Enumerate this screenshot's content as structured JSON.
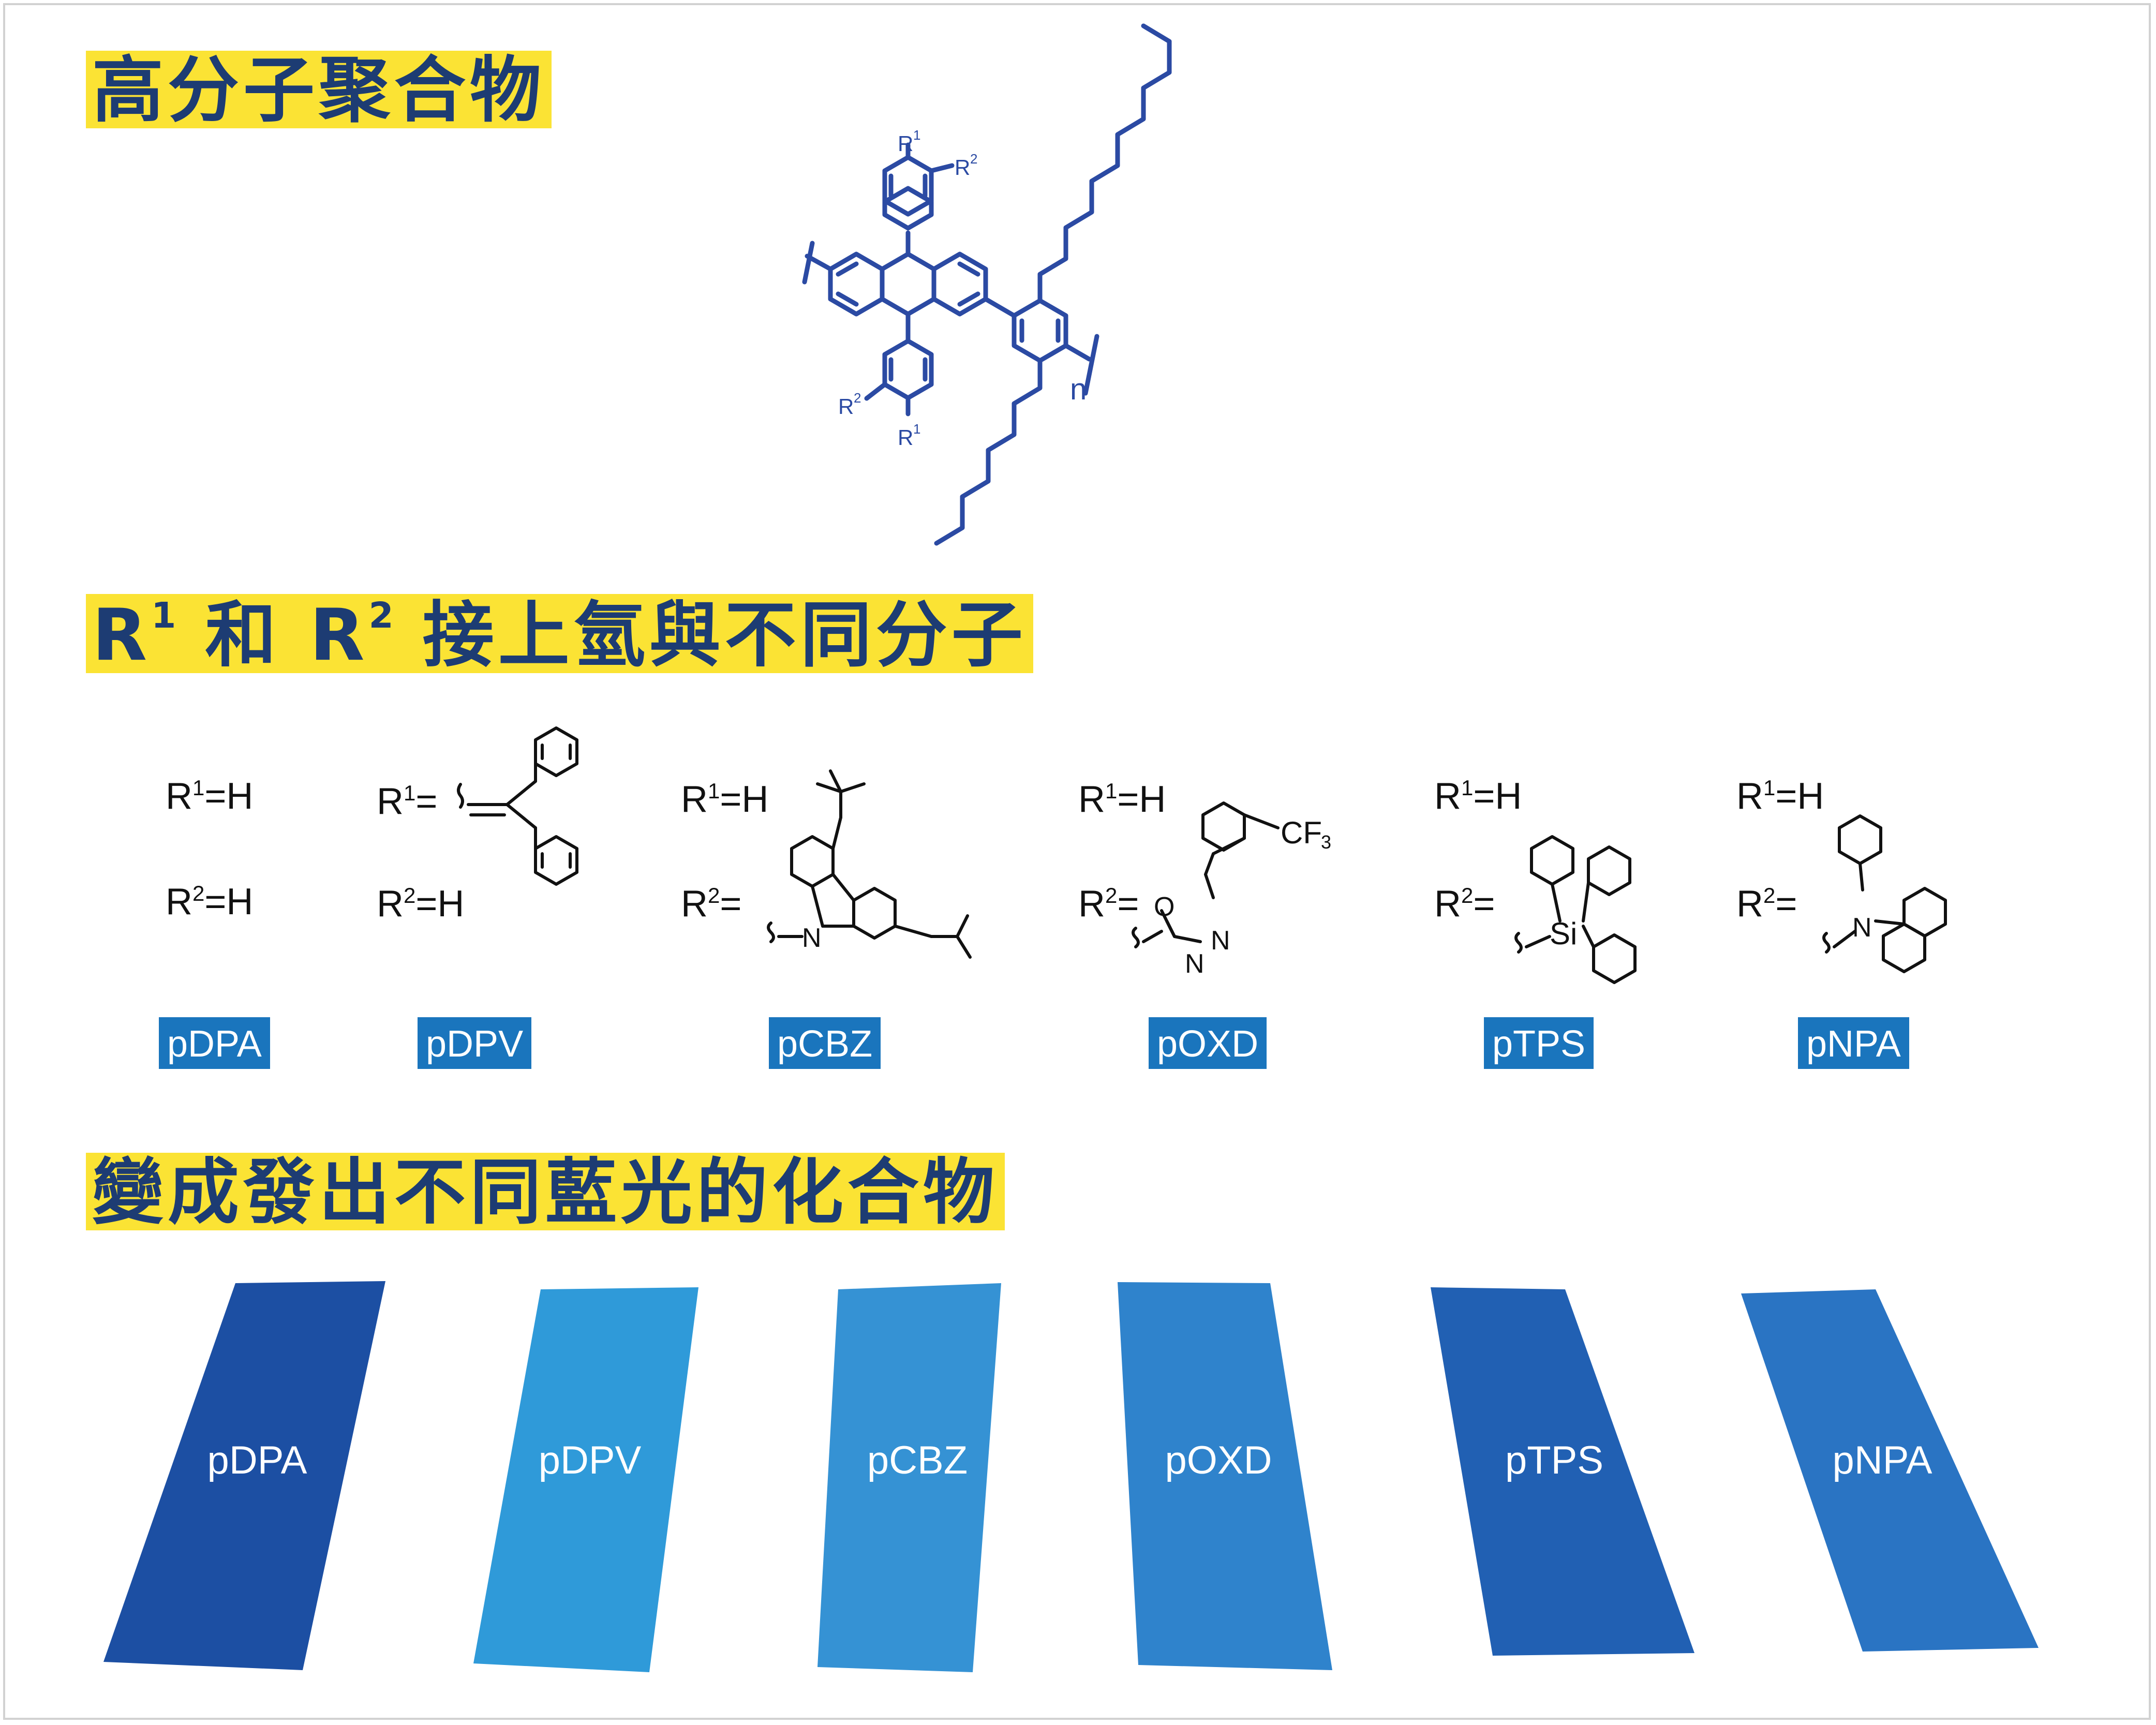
{
  "headings": {
    "h1": "高分子聚合物",
    "h2_r1": "R",
    "h2_sup1": "1",
    "h2_and": "和",
    "h2_r2": "R",
    "h2_sup2": "2",
    "h2_rest": "接上氫與不同分子",
    "h3": "變成發出不同藍光的化合物"
  },
  "polymer": {
    "color": "#2b4aa3",
    "r1": "R",
    "r2": "R",
    "sup1": "1",
    "sup2": "2",
    "n": "n"
  },
  "substituents": [
    {
      "r1": "R",
      "r1_sup": "1",
      "r1_val": "=H",
      "r2": "R",
      "r2_sup": "2",
      "r2_val": "=H",
      "name": "pDPA"
    },
    {
      "r1": "R",
      "r1_sup": "1",
      "r1_val": "=",
      "r2": "R",
      "r2_sup": "2",
      "r2_val": "=H",
      "name": "pDPV"
    },
    {
      "r1": "R",
      "r1_sup": "1",
      "r1_val": "=H",
      "r2": "R",
      "r2_sup": "2",
      "r2_val": "=",
      "name": "pCBZ",
      "atom": "N"
    },
    {
      "r1": "R",
      "r1_sup": "1",
      "r1_val": "=H",
      "r2": "R",
      "r2_sup": "2",
      "r2_val": "=",
      "name": "pOXD",
      "atoms": [
        "O",
        "N",
        "N"
      ],
      "group": "CF",
      "group_sub": "3"
    },
    {
      "r1": "R",
      "r1_sup": "1",
      "r1_val": "=H",
      "r2": "R",
      "r2_sup": "2",
      "r2_val": "=",
      "name": "pTPS",
      "atom": "Si"
    },
    {
      "r1": "R",
      "r1_sup": "1",
      "r1_val": "=H",
      "r2": "R",
      "r2_sup": "2",
      "r2_val": "=",
      "name": "pNPA",
      "atom": "N"
    }
  ],
  "samples": [
    {
      "name": "pDPA",
      "color": "#1c4fa3"
    },
    {
      "name": "pDPV",
      "color": "#2f9ad9"
    },
    {
      "name": "pCBZ",
      "color": "#3592d4"
    },
    {
      "name": "pOXD",
      "color": "#2f83cc"
    },
    {
      "name": "pTPS",
      "color": "#2160b3"
    },
    {
      "name": "pNPA",
      "color": "#2a74c3"
    }
  ],
  "colors": {
    "heading_bg": "#fbe334",
    "heading_text": "#1d3c73",
    "tag_bg": "#1a75bd",
    "structure_blue": "#2b4aa3",
    "structure_black": "#111111"
  }
}
